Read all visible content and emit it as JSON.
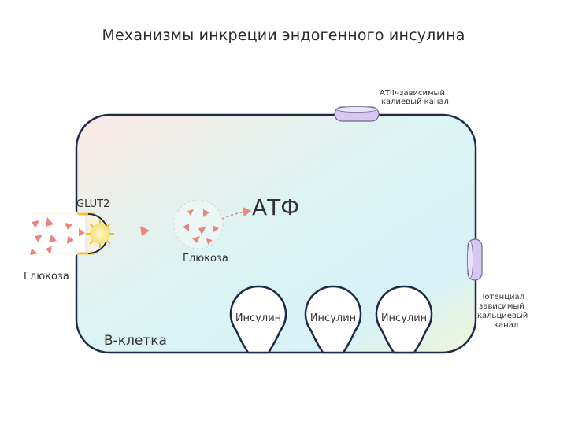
{
  "title": "Механизмы инкреции эндогенного инсулина",
  "cell_label": "B-клетка",
  "glut2_label": "GLUT2",
  "glucose_outside_label": "Глюкоза",
  "glucose_inside_label": "Глюкоза",
  "atp_label": "АТФ",
  "atp_channel_label": [
    "АТФ-зависимый",
    "калиевый канал"
  ],
  "ca_channel_label": [
    "Потенциал",
    "зависимый",
    "кальциевый",
    "канал"
  ],
  "granules": [
    {
      "label": "Инсулин"
    },
    {
      "label": "Инсулин"
    },
    {
      "label": "Инсулин"
    }
  ],
  "colors": {
    "membrane": "#1f2a4a",
    "glucose": "#e8877f",
    "channel": "#d8c8f0",
    "glut_bar": "#f2c233"
  }
}
